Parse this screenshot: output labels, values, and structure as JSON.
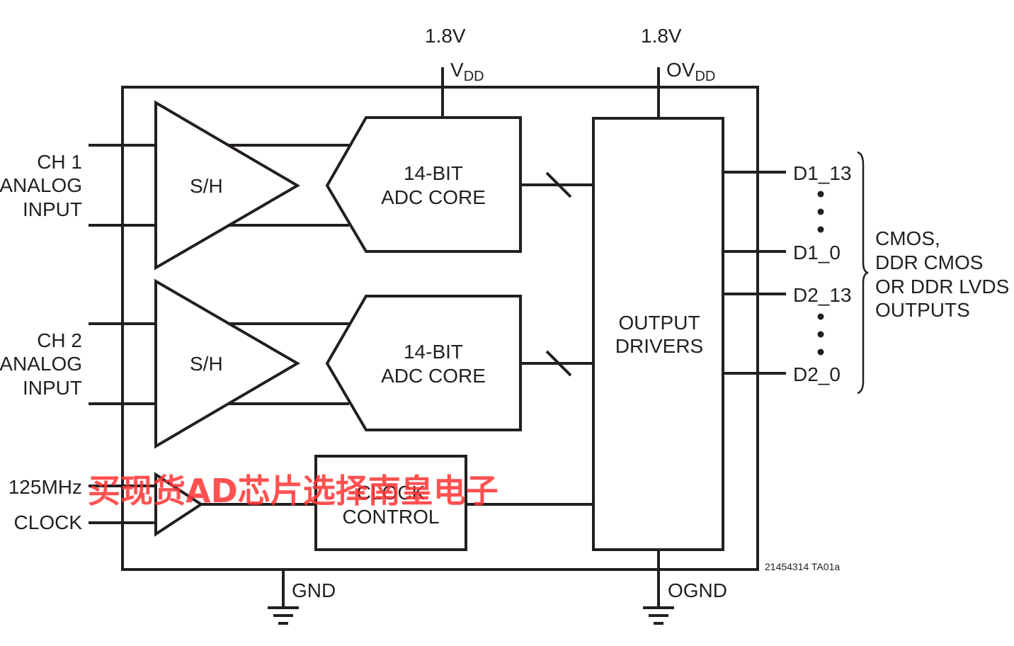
{
  "supply": {
    "vdd_voltage": "1.8V",
    "vdd_label": "V",
    "vdd_sub": "DD",
    "ovdd_voltage": "1.8V",
    "ovdd_label": "OV",
    "ovdd_sub": "DD"
  },
  "inputs": {
    "ch1": [
      "CH 1",
      "ANALOG",
      "INPUT"
    ],
    "ch2": [
      "CH 2",
      "ANALOG",
      "INPUT"
    ],
    "clock": [
      "125MHz",
      "CLOCK"
    ]
  },
  "blocks": {
    "sh1": "S/H",
    "sh2": "S/H",
    "adc1": [
      "14-BIT",
      "ADC CORE"
    ],
    "adc2": [
      "14-BIT",
      "ADC CORE"
    ],
    "clock_control": [
      "CLOCK",
      "CONTROL"
    ],
    "output_drivers": [
      "OUTPUT",
      "DRIVERS"
    ]
  },
  "outputs": {
    "pins": [
      "D1_13",
      "D1_0",
      "D2_13",
      "D2_0"
    ],
    "description": [
      "CMOS,",
      "DDR CMOS",
      "OR DDR LVDS",
      "OUTPUTS"
    ]
  },
  "ground": {
    "gnd": "GND",
    "ognd": "OGND"
  },
  "figure_id": "21454314 TA01a",
  "watermark": "买现货AD芯片选择南皇电子"
}
